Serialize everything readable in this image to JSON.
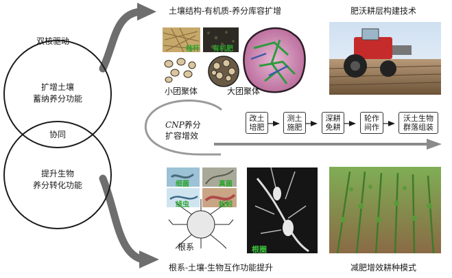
{
  "left": {
    "title": "双核驱动",
    "circle_top_line1": "扩增土壤",
    "circle_top_line2": "蓄纳养分功能",
    "overlap": "协同",
    "circle_bottom_line1": "提升生物",
    "circle_bottom_line2": "养分转化功能"
  },
  "top": {
    "heading": "土壤结构-有机质-养分库容扩增",
    "straw_label": "秸秆",
    "manure_label": "有机肥",
    "small_agg": "小团聚体",
    "large_agg": "大团聚体",
    "right_heading": "肥沃耕层构建技术"
  },
  "middle": {
    "cnp_prefix": "CNP",
    "cnp_suffix": "养分",
    "cnp_line2": "扩容增效",
    "steps": [
      {
        "line1": "改土",
        "line2": "培肥"
      },
      {
        "line1": "测土",
        "line2": "施肥"
      },
      {
        "line1": "深耕",
        "line2": "免耕"
      },
      {
        "line1": "轮作",
        "line2": "间作"
      },
      {
        "line1": "沃土生物",
        "line2": "群落组装"
      }
    ]
  },
  "bottom": {
    "bacteria": "细菌",
    "fungi": "真菌",
    "nematode": "线虫",
    "earthworm": "蚯蚓",
    "root_system": "根系",
    "rhizosphere": "根圈",
    "heading": "根系-土壤-生物互作功能提升",
    "right_heading": "减肥增效耕种模式"
  }
}
